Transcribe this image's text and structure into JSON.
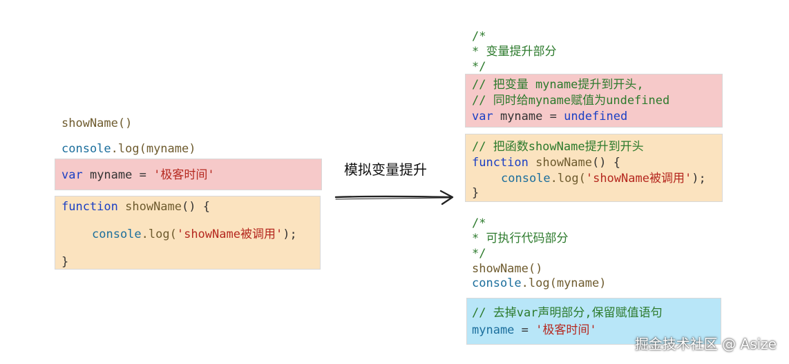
{
  "left": {
    "call": "showName()",
    "log_obj": "console",
    "log_rest": ".log(myname)",
    "var_kw": "var",
    "var_rest": " myname = ",
    "var_str": "'极客时间'",
    "fn_kw": "function",
    "fn_name": " showName",
    "fn_rest": "() {",
    "body_obj": "console",
    "body_mid": ".log(",
    "body_str": "'showName被调用'",
    "body_end": ");",
    "close": "}"
  },
  "arrow": {
    "label": "模拟变量提升"
  },
  "right": {
    "hoist_comment": [
      "/*",
      "* 变量提升部分",
      "*/"
    ],
    "var_box": {
      "c1": "// 把变量 myname提升到开头,",
      "c2": "// 同时给myname赋值为undefined",
      "kw": "var",
      "mid": " myname = ",
      "val": "undefined"
    },
    "fn_box": {
      "c1": "// 把函数showName提升到开头",
      "kw": "function",
      "name": " showName",
      "rest": "() {",
      "body_obj": "console",
      "body_mid": ".log(",
      "body_str": "'showName被调用'",
      "body_end": ");",
      "close": "}"
    },
    "exec_comment": [
      "/*",
      "* 可执行代码部分",
      "*/"
    ],
    "exec_call": "showName()",
    "exec_log_obj": "console",
    "exec_log_rest": ".log(myname)",
    "assign_box": {
      "c1": "// 去掉var声明部分,保留赋值语句",
      "name": "myname",
      "mid": " = ",
      "str": "'极客时间'"
    }
  },
  "watermark": "掘金技术社区 @ Asize",
  "colors": {
    "pink": "#f6c9c9",
    "orange": "#fbe3bf",
    "blue": "#b8e6f8"
  }
}
